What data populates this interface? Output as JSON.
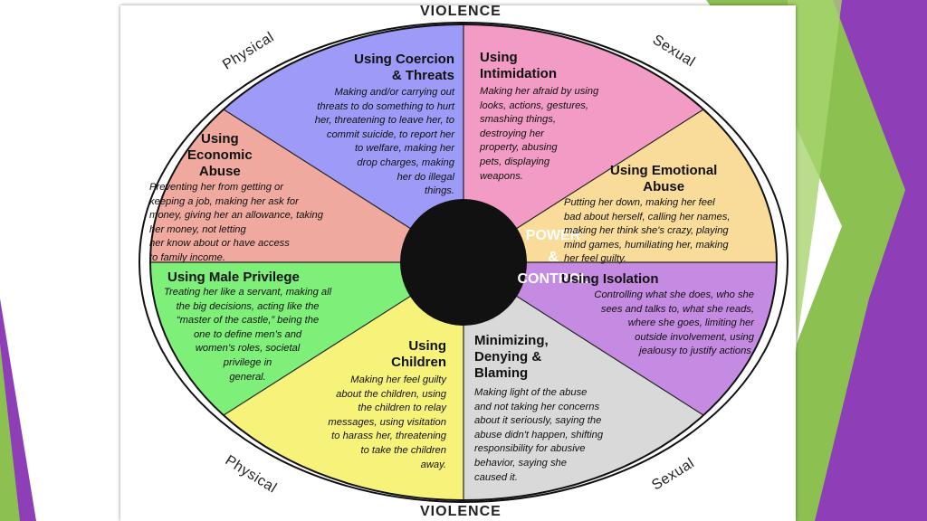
{
  "hub": {
    "line1": "POWER",
    "line2": "&",
    "line3": "CONTROL"
  },
  "edges": {
    "violence_top": "VIOLENCE",
    "violence_bottom": "VIOLENCE",
    "physical_top": "Physical",
    "physical_bottom": "Physical",
    "sexual_top": "Sexual",
    "sexual_bottom": "Sexual"
  },
  "segments": [
    {
      "title": [
        "Using Coercion",
        "& Threats"
      ],
      "description": [
        "Making and/or carrying out",
        "threats to do something to hurt",
        "her, threatening to leave her, to",
        "commit suicide, to report her",
        "to welfare, making her",
        "drop charges, making",
        "her do illegal",
        "things."
      ],
      "color": "#f29bc5"
    },
    {
      "title": [
        "Using",
        "Intimidation"
      ],
      "description": [
        "Making her afraid by using",
        "looks, actions, gestures,",
        "smashing things,",
        "destroying her",
        "property, abusing",
        "pets, displaying",
        "weapons."
      ],
      "color": "#f9dc99"
    },
    {
      "title": [
        "Using Emotional",
        "Abuse"
      ],
      "description": [
        "Putting her down, making her feel",
        "bad about herself, calling her names,",
        "making her think she's crazy, playing",
        "mind games, humiliating her, making",
        "her feel guilty."
      ],
      "color": "#c58be3"
    },
    {
      "title": [
        "Using Isolation"
      ],
      "description": [
        "Controlling what she does, who she",
        "sees and talks to, what she reads,",
        "where she goes, limiting her",
        "outside involvement, using",
        "jealousy to justify actions."
      ],
      "color": "#d9d9d9"
    },
    {
      "title": [
        "Minimizing,",
        "Denying &",
        "Blaming"
      ],
      "description": [
        "Making light of the abuse",
        "and not taking her concerns",
        "about it seriously, saying the",
        "abuse didn't happen, shifting",
        "responsibility for abusive",
        "behavior, saying she",
        "caused it."
      ],
      "color": "#f7f37a"
    },
    {
      "title": [
        "Using",
        "Children"
      ],
      "description": [
        "Making her feel guilty",
        "about the children, using",
        "the children to relay",
        "messages, using visitation",
        "to harass her, threatening",
        "to take the children",
        "away."
      ],
      "color": "#7ef07a"
    },
    {
      "title": [
        "Using Male Privilege"
      ],
      "description": [
        "Treating her like a servant, making all",
        "the big decisions, acting like the",
        "“master of the castle,” being the",
        "one to define men’s and",
        "women’s roles, societal",
        "privilege in",
        "general."
      ],
      "color": "#f0a99f"
    },
    {
      "title": [
        "Using",
        "Economic",
        "Abuse"
      ],
      "description": [
        "Preventing her from getting or",
        "keeping a job, making her ask for",
        "money, giving her an allowance, taking",
        "her money, not letting",
        "her know about or have access",
        "to family income."
      ],
      "color": "#9d9bf7"
    }
  ],
  "theme": {
    "accent_green": "#8cc152",
    "accent_purple": "#8e3fb8",
    "hub_color": "#111111"
  }
}
